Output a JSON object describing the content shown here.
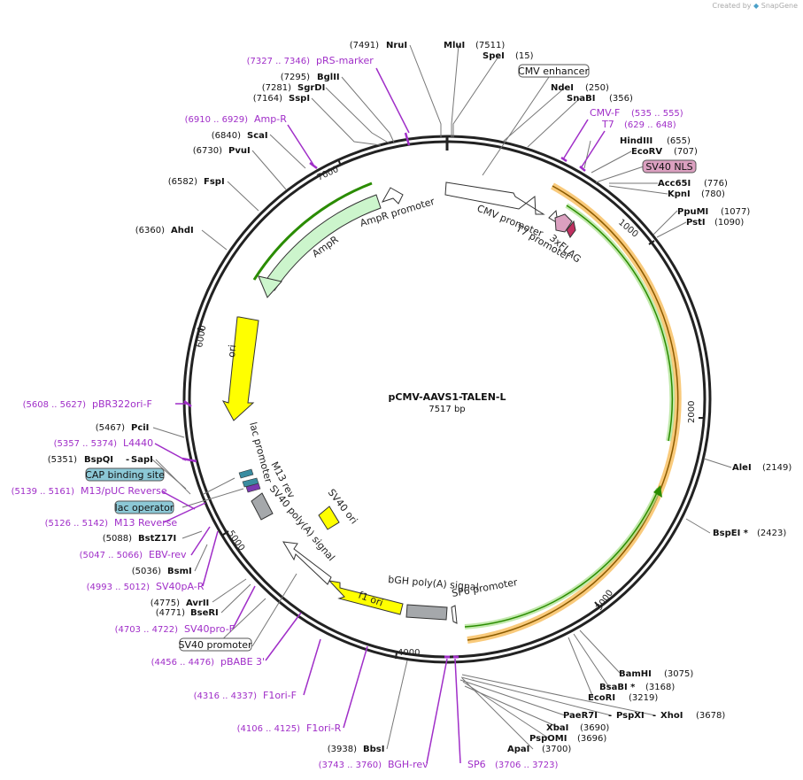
{
  "credit": {
    "prefix": "Created by",
    "brand": "SnapGene"
  },
  "plasmid": {
    "name": "pCMV-AAVS1-TALEN-L",
    "size": "7517 bp"
  },
  "ruler": [
    "1000",
    "2000",
    "3000",
    "4000",
    "5000",
    "6000",
    "7000"
  ],
  "sites": [
    {
      "name": "NruI",
      "pos": "(7491)"
    },
    {
      "name": "MluI",
      "pos": "(7511)"
    },
    {
      "name": "SpeI",
      "pos": "(15)"
    },
    {
      "name": "BglII",
      "pos": "(7295)"
    },
    {
      "name": "SgrDI",
      "pos": "(7281)"
    },
    {
      "name": "SspI",
      "pos": "(7164)"
    },
    {
      "name": "NdeI",
      "pos": "(250)"
    },
    {
      "name": "SnaBI",
      "pos": "(356)"
    },
    {
      "name": "ScaI",
      "pos": "(6840)"
    },
    {
      "name": "PvuI",
      "pos": "(6730)"
    },
    {
      "name": "HindIII",
      "pos": "(655)"
    },
    {
      "name": "EcoRV",
      "pos": "(707)"
    },
    {
      "name": "FspI",
      "pos": "(6582)"
    },
    {
      "name": "Acc65I",
      "pos": "(776)"
    },
    {
      "name": "KpnI",
      "pos": "(780)"
    },
    {
      "name": "PpuMI",
      "pos": "(1077)"
    },
    {
      "name": "PstI",
      "pos": "(1090)"
    },
    {
      "name": "AhdI",
      "pos": "(6360)"
    },
    {
      "name": "PciI",
      "pos": "(5467)"
    },
    {
      "name": "BspQI",
      "pos": "(5351)"
    },
    {
      "name": "SapI",
      "pos": ""
    },
    {
      "name": "AleI",
      "pos": "(2149)"
    },
    {
      "name": "BstZ17I",
      "pos": "(5088)"
    },
    {
      "name": "BspEI *",
      "pos": "(2423)"
    },
    {
      "name": "BsmI",
      "pos": "(5036)"
    },
    {
      "name": "AvrII",
      "pos": "(4775)"
    },
    {
      "name": "BseRI",
      "pos": "(4771)"
    },
    {
      "name": "BamHI",
      "pos": "(3075)"
    },
    {
      "name": "BsaBI *",
      "pos": "(3168)"
    },
    {
      "name": "EcoRI",
      "pos": "(3219)"
    },
    {
      "name": "PaeR7I",
      "pos": ""
    },
    {
      "name": "PspXI",
      "pos": ""
    },
    {
      "name": "XhoI",
      "pos": "(3678)"
    },
    {
      "name": "XbaI",
      "pos": "(3690)"
    },
    {
      "name": "PspOMI",
      "pos": "(3696)"
    },
    {
      "name": "ApaI",
      "pos": "(3700)"
    },
    {
      "name": "BbsI",
      "pos": "(3938)"
    }
  ],
  "primers": [
    {
      "name": "pRS-marker",
      "range": "(7327 .. 7346)"
    },
    {
      "name": "Amp-R",
      "range": "(6910 .. 6929)"
    },
    {
      "name": "CMV-F",
      "range": "(535 .. 555)"
    },
    {
      "name": "T7",
      "range": "(629 .. 648)"
    },
    {
      "name": "pBR322ori-F",
      "range": "(5608 .. 5627)"
    },
    {
      "name": "L4440",
      "range": "(5357 .. 5374)"
    },
    {
      "name": "M13/pUC Reverse",
      "range": "(5139 .. 5161)"
    },
    {
      "name": "M13 Reverse",
      "range": "(5126 .. 5142)"
    },
    {
      "name": "EBV-rev",
      "range": "(5047 .. 5066)"
    },
    {
      "name": "SV40pA-R",
      "range": "(4993 .. 5012)"
    },
    {
      "name": "SV40pro-F",
      "range": "(4703 .. 4722)"
    },
    {
      "name": "pBABE 3'",
      "range": "(4456 .. 4476)"
    },
    {
      "name": "F1ori-F",
      "range": "(4316 .. 4337)"
    },
    {
      "name": "F1ori-R",
      "range": "(4106 .. 4125)"
    },
    {
      "name": "BGH-rev",
      "range": "(3743 .. 3760)"
    },
    {
      "name": "SP6",
      "range": "(3706 .. 3723)"
    }
  ],
  "boxed": [
    "CMV enhancer",
    "SV40 NLS",
    "CAP binding site",
    "lac operator",
    "SV40 promoter"
  ],
  "features": [
    "AmpR promoter",
    "AmpR",
    "CMV promoter",
    "T7 promoter",
    "3xFLAG",
    "ori",
    "lac promoter",
    "M13 rev",
    "SV40 poly(A) signal",
    "SV40 ori",
    "bGH poly(A) signal",
    "SP6 promoter",
    "f1 ori"
  ],
  "colors": {
    "purple": "#a02ec8",
    "amp": "#ccf5cc",
    "ori": "#ffff00",
    "gray": "#a5a8ab",
    "orange": "#f5a623",
    "green": "#2a8c00",
    "nls": "#dba0c0",
    "cap": "#8cc8d6"
  }
}
